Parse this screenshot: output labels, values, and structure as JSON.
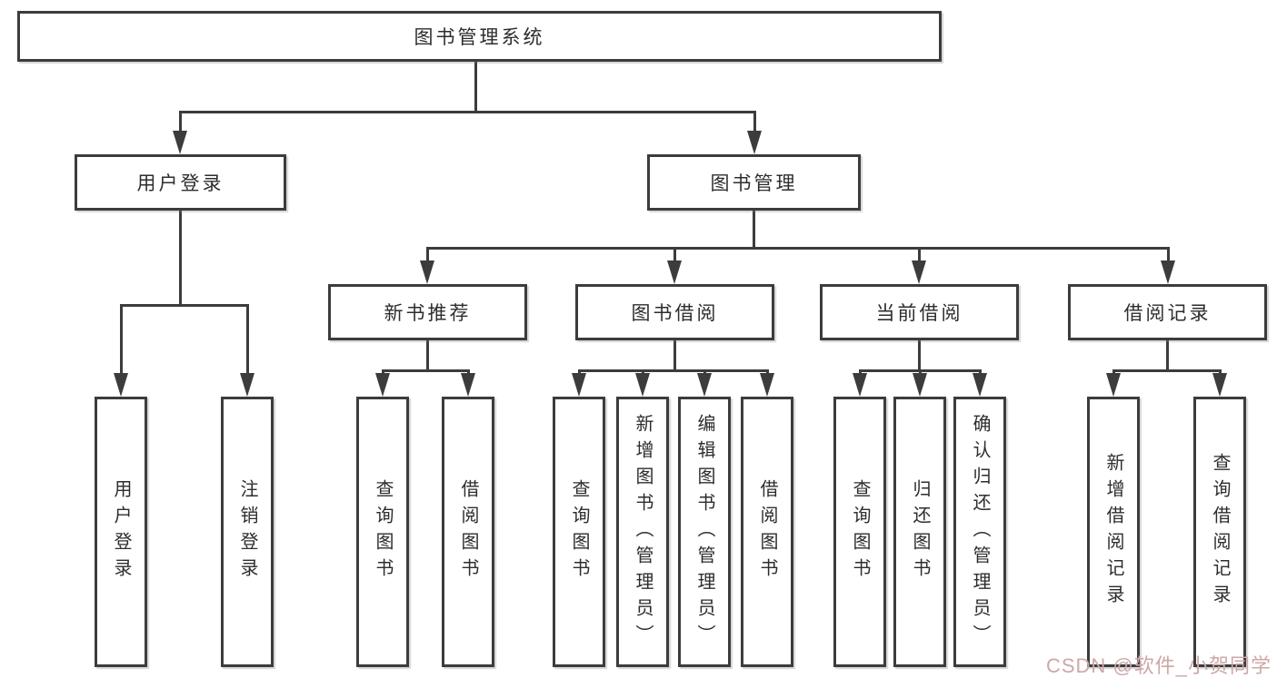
{
  "diagram": {
    "root": {
      "label": "图书管理系统"
    },
    "branches": [
      {
        "label": "用户登录",
        "children": [
          {
            "label": "用户登录"
          },
          {
            "label": "注销登录"
          }
        ]
      },
      {
        "label": "图书管理",
        "children": [
          {
            "label": "新书推荐",
            "children": [
              {
                "label": "查询图书"
              },
              {
                "label": "借阅图书"
              }
            ]
          },
          {
            "label": "图书借阅",
            "children": [
              {
                "label": "查询图书"
              },
              {
                "label": "新增图书（管理员）"
              },
              {
                "label": "编辑图书（管理员）"
              },
              {
                "label": "借阅图书"
              }
            ]
          },
          {
            "label": "当前借阅",
            "children": [
              {
                "label": "查询图书"
              },
              {
                "label": "归还图书"
              },
              {
                "label": "确认归还（管理员）"
              }
            ]
          },
          {
            "label": "借阅记录",
            "children": [
              {
                "label": "新增借阅记录"
              },
              {
                "label": "查询借阅记录"
              }
            ]
          }
        ]
      }
    ]
  },
  "watermark": {
    "text": "CSDN @软件_小贺同学",
    "color": "#cda7a7"
  },
  "colors": {
    "line": "#3c3c3c",
    "text": "#2d2d2d",
    "background": "#ffffff"
  }
}
